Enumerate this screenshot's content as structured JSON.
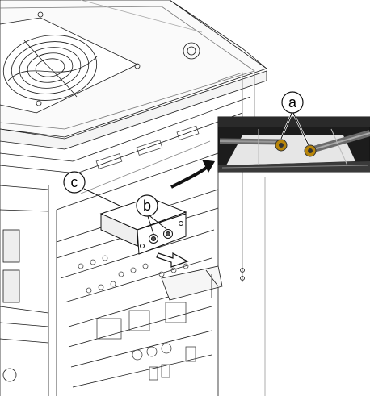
{
  "callouts": {
    "a": "a",
    "b": "b",
    "c": "c"
  },
  "colors": {
    "line": "#1a1a1a",
    "light_line": "#9a9a9a",
    "photo_bg": "#1c1c1c",
    "photo_board": "#e6e6e6",
    "arrow": "#111111"
  }
}
